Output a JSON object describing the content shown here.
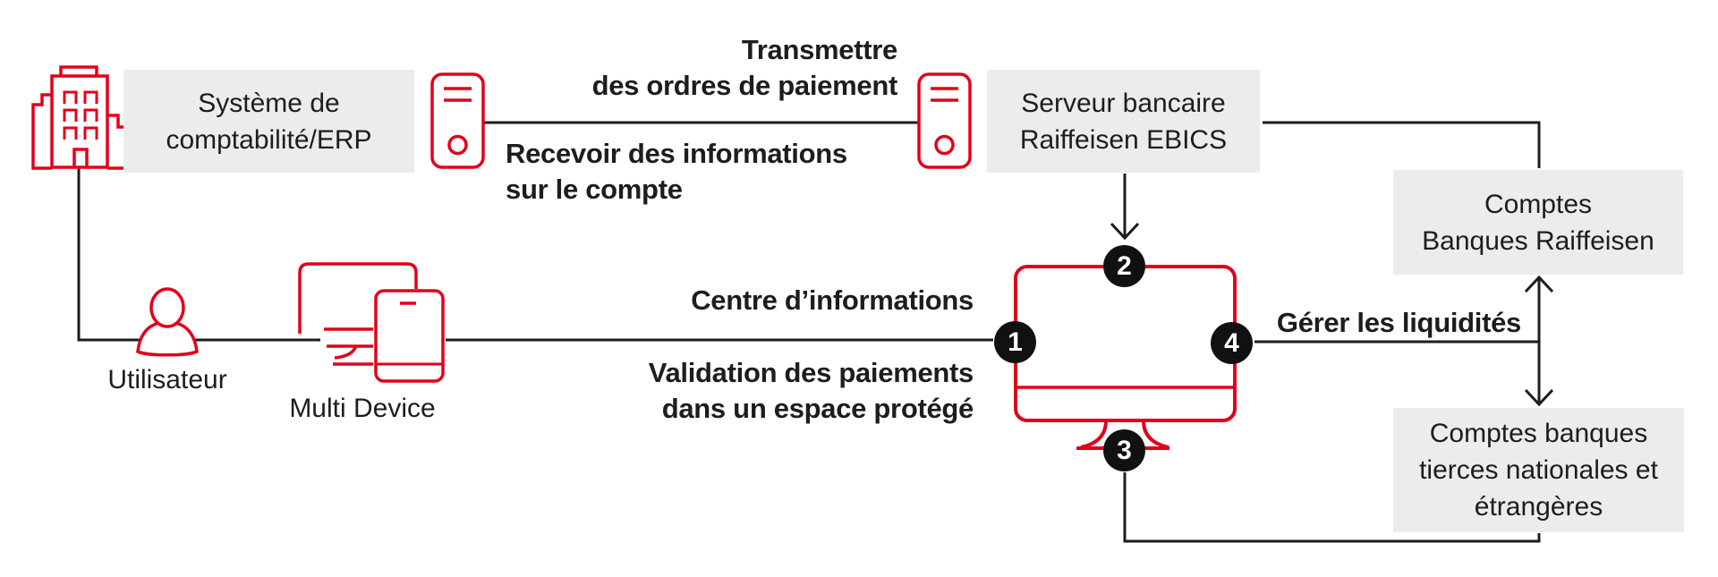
{
  "diagram": {
    "language": "fr",
    "description": "Flux EBICS entre le client et Raiffeisen"
  },
  "colors": {
    "accent_red": "#e2001a",
    "box_grey": "#ececec",
    "text": "#1d1d1b",
    "line_black": "#1d1d1b",
    "circle_black": "#111111",
    "circle_number": "#ffffff",
    "background": "#ffffff"
  },
  "nodes": {
    "erp_box": {
      "lines": [
        "Système de",
        "comptabilité/ERP"
      ]
    },
    "ebics_box": {
      "lines": [
        "Serveur bancaire",
        "Raiffeisen EBICS"
      ]
    },
    "raiffeisen_accounts_box": {
      "lines": [
        "Comptes",
        "Banques Raiffeisen"
      ]
    },
    "third_party_accounts_box": {
      "lines": [
        "Comptes banques",
        "tierces nationales et",
        "étrangères"
      ]
    },
    "user_label": "Utilisateur",
    "multi_device_label": "Multi Device"
  },
  "flows": {
    "transmit": {
      "lines": [
        "Transmettre",
        "des ordres de paiement"
      ]
    },
    "receive": {
      "lines": [
        "Recevoir des informations",
        "sur le compte"
      ]
    },
    "info_center": {
      "lines": [
        "Centre d’informations"
      ]
    },
    "validation": {
      "lines": [
        "Validation des paiements",
        "dans un espace protégé"
      ]
    },
    "liquidity": {
      "lines": [
        "Gérer les liquidités"
      ]
    }
  },
  "steps": [
    {
      "number": "1"
    },
    {
      "number": "2"
    },
    {
      "number": "3"
    },
    {
      "number": "4"
    }
  ],
  "icons": {
    "building": "office-building-outline",
    "server_left": "server-tower-outline",
    "server_right": "server-tower-outline",
    "user": "person-outline",
    "multi_device": "desktop-and-tablet-outline",
    "monitor": "desktop-monitor-outline",
    "arrowheads": "open-chevron"
  }
}
